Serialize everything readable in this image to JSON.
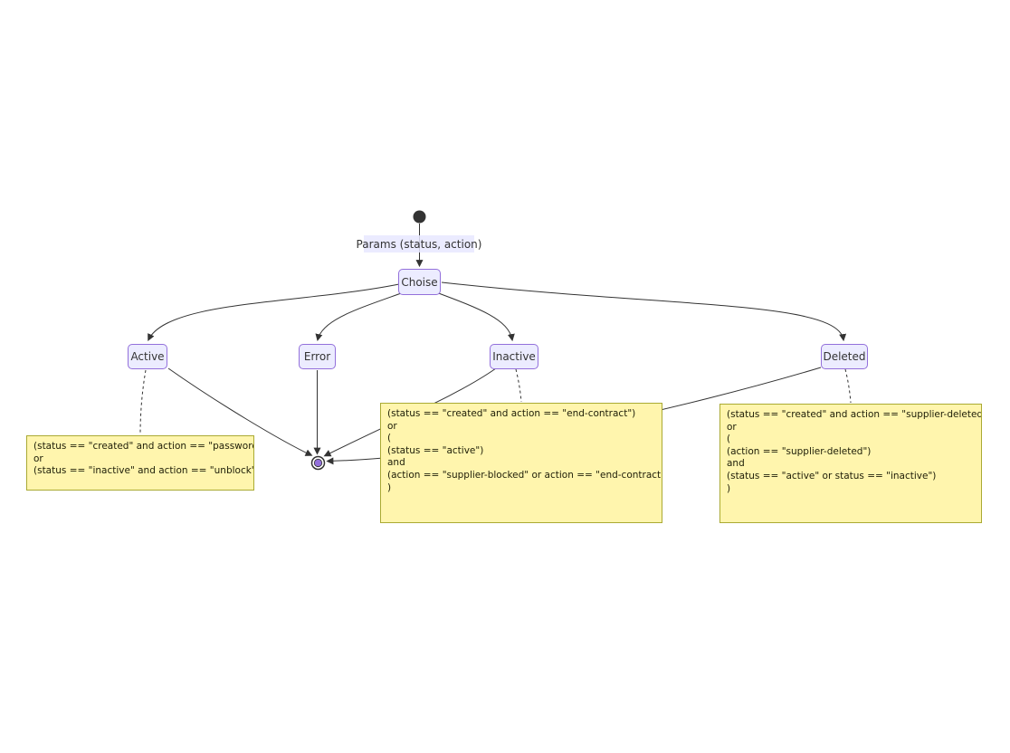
{
  "diagram": {
    "type": "state-diagram",
    "edge_label": "Params (status, action)",
    "nodes": {
      "choise": {
        "label": "Choise"
      },
      "active": {
        "label": "Active"
      },
      "error": {
        "label": "Error"
      },
      "inactive": {
        "label": "Inactive"
      },
      "deleted": {
        "label": "Deleted"
      }
    },
    "notes": {
      "active": {
        "text": "(status == \"created\" and action == \"password\")\nor\n(status == \"inactive\" and action == \"unblock\")"
      },
      "inactive": {
        "text": "(status == \"created\" and action == \"end-contract\")\nor\n(\n(status == \"active\")\nand\n(action == \"supplier-blocked\" or action == \"end-contract\")\n)"
      },
      "deleted": {
        "text": "(status == \"created\" and action == \"supplier-deleted\")\nor\n(\n(action == \"supplier-deleted\")\nand\n(status == \"active\" or status == \"inactive\")\n)"
      }
    },
    "edges": [
      {
        "from": "start",
        "to": "choise",
        "label": "Params (status, action)"
      },
      {
        "from": "choise",
        "to": "active"
      },
      {
        "from": "choise",
        "to": "error"
      },
      {
        "from": "choise",
        "to": "inactive"
      },
      {
        "from": "choise",
        "to": "deleted"
      },
      {
        "from": "active",
        "to": "end"
      },
      {
        "from": "error",
        "to": "end"
      },
      {
        "from": "inactive",
        "to": "end"
      },
      {
        "from": "deleted",
        "to": "end"
      },
      {
        "from": "active",
        "to": "note-active",
        "style": "dashed"
      },
      {
        "from": "inactive",
        "to": "note-inactive",
        "style": "dashed"
      },
      {
        "from": "deleted",
        "to": "note-deleted",
        "style": "dashed"
      }
    ],
    "colors": {
      "background": "#FFFFFF",
      "state_fill": "#ECECFF",
      "state_border": "#9370DB",
      "note_fill": "#FFF5AD",
      "note_border": "#AAAA33",
      "edge": "#333333",
      "start_dot": "#333333",
      "end_inner": "#9370DB",
      "label_background": "#ECECFF"
    }
  }
}
